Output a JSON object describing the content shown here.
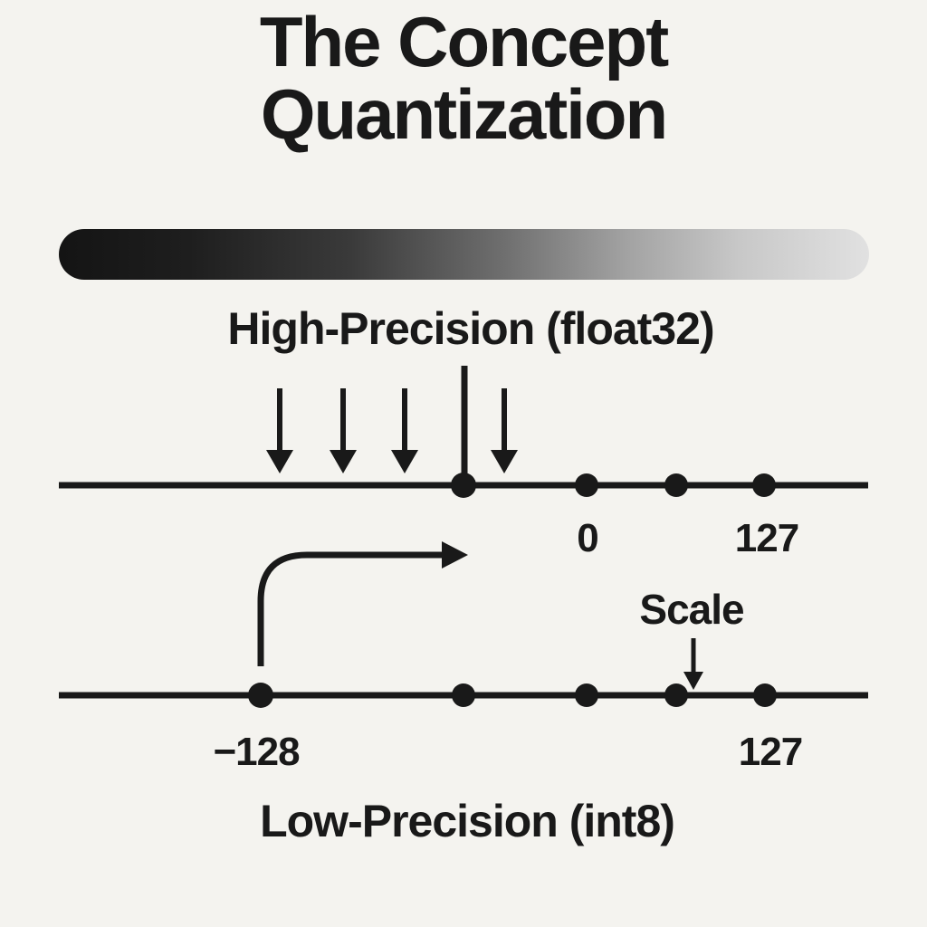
{
  "colors": {
    "background": "#f4f3ef",
    "ink": "#191919",
    "gradient_start": "#141414",
    "gradient_end": "#e1e1e1"
  },
  "title": {
    "line1": "The Concept",
    "line2": "Quantization"
  },
  "float_section": {
    "label": "High-Precision (float32)",
    "tick_zero": "0",
    "tick_max": "127"
  },
  "scale_label": "Scale",
  "int_section": {
    "label": "Low-Precision (int8)",
    "tick_min": "−128",
    "tick_max": "127"
  }
}
